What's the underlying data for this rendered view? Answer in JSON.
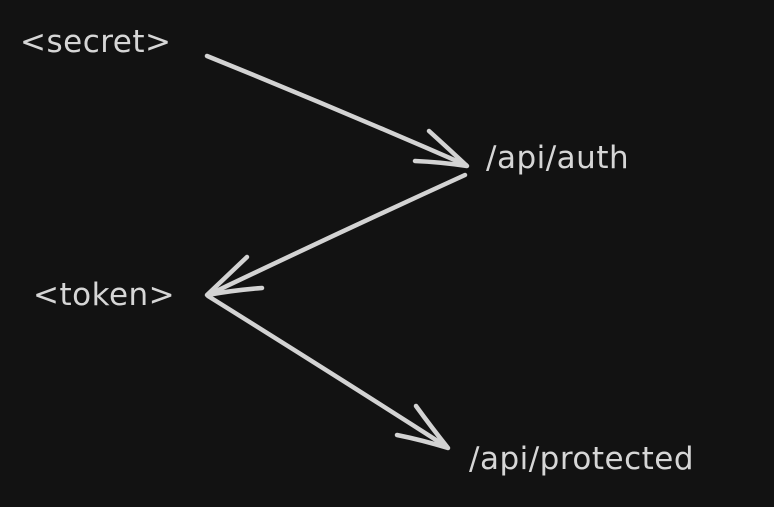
{
  "diagram": {
    "type": "flow",
    "background": "#121212",
    "stroke_color": "#d3d3d3",
    "text_color": "#d6d6d6",
    "nodes": [
      {
        "id": "secret",
        "label": "<secret>"
      },
      {
        "id": "auth",
        "label": "/api/auth"
      },
      {
        "id": "token",
        "label": "<token>"
      },
      {
        "id": "protected",
        "label": "/api/protected"
      }
    ],
    "edges": [
      {
        "from": "secret",
        "to": "auth"
      },
      {
        "from": "auth",
        "to": "token"
      },
      {
        "from": "token",
        "to": "protected"
      }
    ]
  }
}
